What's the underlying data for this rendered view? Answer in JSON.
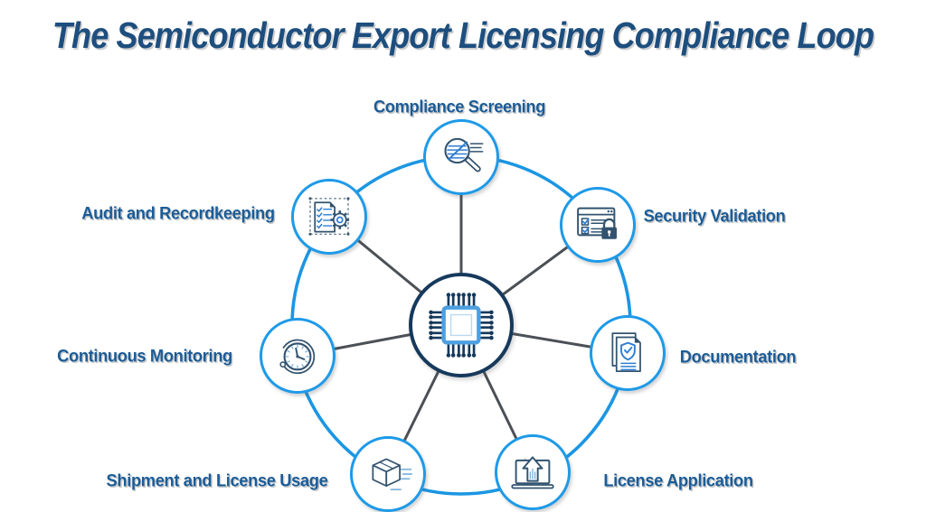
{
  "title": "The Semiconductor Export Licensing Compliance Loop",
  "diagram": {
    "center": {
      "icon": "microchip-icon"
    },
    "nodes": [
      {
        "label": "Compliance Screening",
        "icon": "screening-magnifier-icon"
      },
      {
        "label": "Security Validation",
        "icon": "checklist-lock-icon"
      },
      {
        "label": "Documentation",
        "icon": "shield-document-icon"
      },
      {
        "label": "License Application",
        "icon": "upload-laptop-icon"
      },
      {
        "label": "Shipment and License Usage",
        "icon": "shipping-box-icon"
      },
      {
        "label": "Continuous Monitoring",
        "icon": "monitoring-clock-icon"
      },
      {
        "label": "Audit and Recordkeeping",
        "icon": "checklist-gear-icon"
      }
    ]
  },
  "colors": {
    "label_title": "#1d4e7e",
    "label": "#1b5c97",
    "ring": "#1b96e3",
    "node_border": "#1e9ae8",
    "center_border": "#16395c",
    "spoke": "#4b5056",
    "icon_navy": "#32536f",
    "icon_blue": "#2f7fd1",
    "icon_light": "#7fb3dc"
  }
}
